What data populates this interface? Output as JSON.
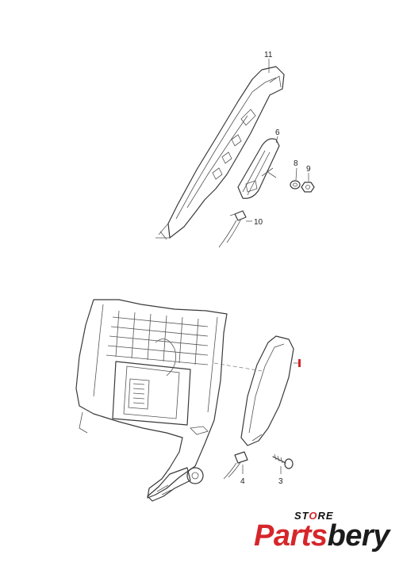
{
  "diagram": {
    "callouts": {
      "c11": "11",
      "c6": "6",
      "c8": "8",
      "c9": "9",
      "c10": "10",
      "c1": "1",
      "c4": "4",
      "c3": "3"
    },
    "highlight_color": "#d6262b"
  },
  "logo": {
    "store_prefix": "ST",
    "store_o": "O",
    "store_suffix": "RE",
    "brand_red": "Parts",
    "brand_dark": "bery",
    "colors": {
      "red": "#d6262b",
      "dark": "#1c1c1c"
    }
  }
}
